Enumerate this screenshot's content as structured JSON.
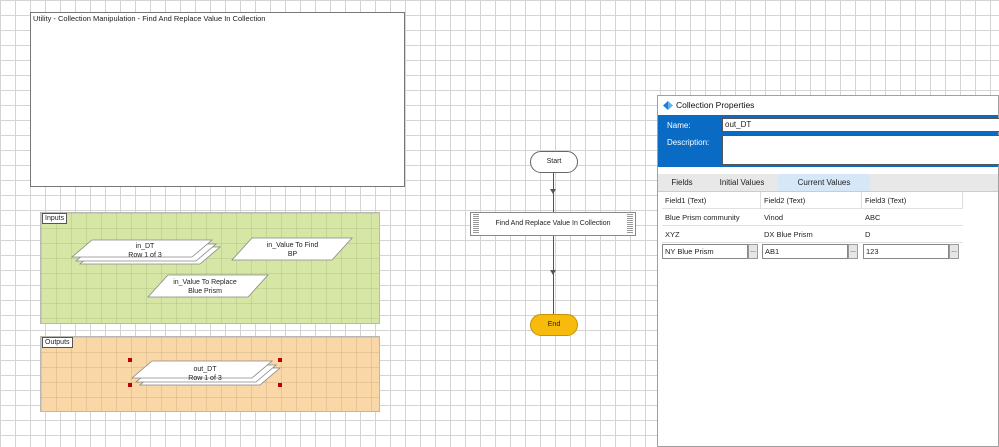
{
  "note": {
    "title": "Utility - Collection Manipulation - Find And Replace Value In Collection"
  },
  "inputs": {
    "label": "Inputs",
    "items": [
      {
        "name": "in_DT",
        "detail": "Row 1 of 3"
      },
      {
        "name": "in_Value To Find",
        "detail": "BP"
      },
      {
        "name": "in_Value To Replace",
        "detail": "Blue Prism"
      }
    ]
  },
  "outputs": {
    "label": "Outputs",
    "items": [
      {
        "name": "out_DT",
        "detail": "Row 1 of 3"
      }
    ]
  },
  "flow": {
    "start_label": "Start",
    "process_label": "Find And Replace Value In Collection",
    "end_label": "End"
  },
  "dialog": {
    "title": "Collection Properties",
    "name_label": "Name:",
    "name_value": "out_DT",
    "description_label": "Description:",
    "description_value": "",
    "tabs": [
      "Fields",
      "Initial Values",
      "Current Values"
    ],
    "active_tab": "Current Values",
    "columns": [
      "Field1  (Text)",
      "Field2  (Text)",
      "Field3  (Text)"
    ],
    "rows": [
      [
        "Blue Prism community",
        "Vinod",
        "ABC"
      ],
      [
        "XYZ",
        "DX Blue Prism",
        "D"
      ],
      [
        "NY Blue Prism",
        "AB1",
        "123"
      ]
    ],
    "ellipsis": "..."
  },
  "colors": {
    "dialog_header": "#0a6bc5",
    "inputs_region": "#d6e6a4",
    "outputs_region": "#fad7a6",
    "end_node": "#f7bb0d",
    "selection_handle": "#b00000"
  }
}
